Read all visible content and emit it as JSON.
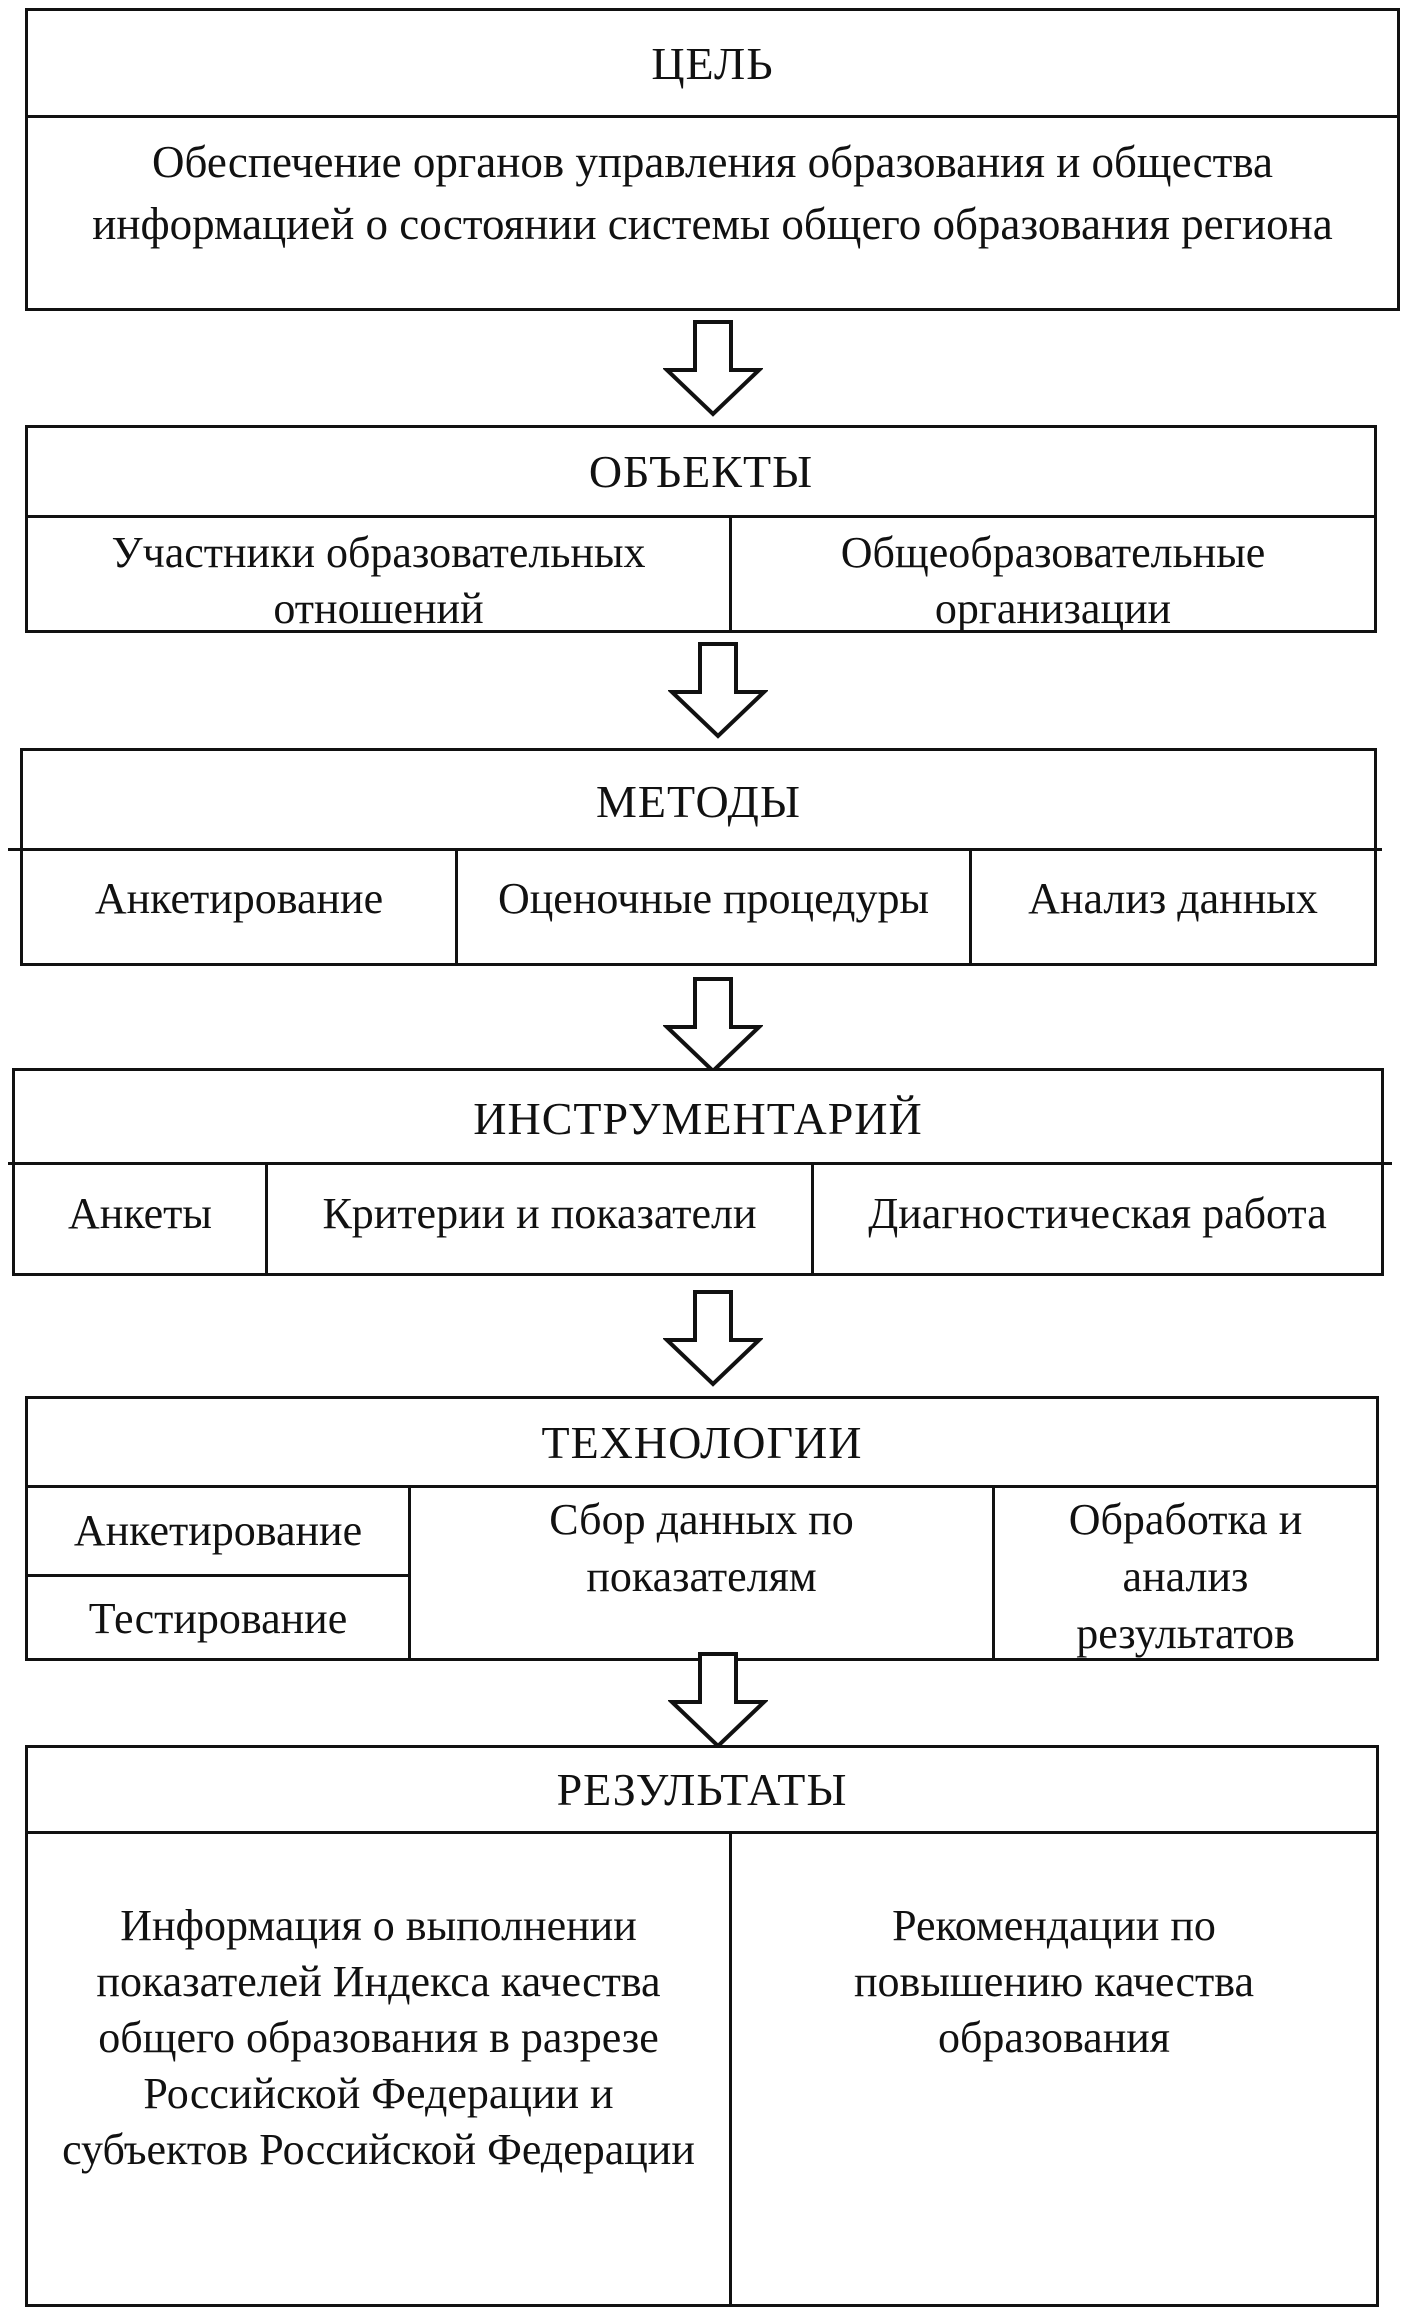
{
  "goal": {
    "header": "ЦЕЛЬ",
    "text": "Обеспечение органов управления образования и общества информацией о состоянии системы общего образования региона"
  },
  "objects": {
    "header": "ОБЪЕКТЫ",
    "items": [
      "Участники образовательных отношений",
      "Общеобразовательные организации"
    ]
  },
  "methods": {
    "header": "МЕТОДЫ",
    "items": [
      "Анкетирование",
      "Оценочные процедуры",
      "Анализ данных"
    ]
  },
  "tools": {
    "header": "ИНСТРУМЕНТАРИЙ",
    "items": [
      "Анкеты",
      "Критерии и показатели",
      "Диагностическая работа"
    ]
  },
  "technologies": {
    "header": "ТЕХНОЛОГИИ",
    "items": [
      "Анкетирование",
      "Тестирование",
      "Сбор данных по показателям",
      "Обработка и анализ результатов"
    ]
  },
  "results": {
    "header": "РЕЗУЛЬТАТЫ",
    "items": [
      "Информация о выполнении показателей Индекса качества общего образования в разрезе Российской Федерации и субъектов Российской Федерации",
      "Рекомендации по повышению качества образования"
    ]
  }
}
